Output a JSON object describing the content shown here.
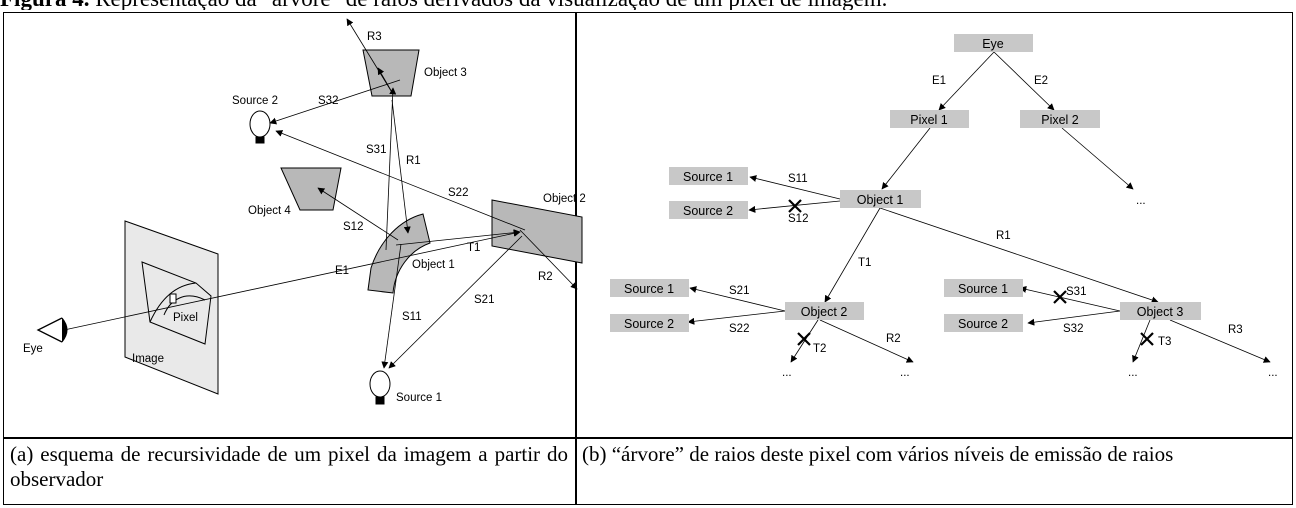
{
  "figure": {
    "header_prefix": "Figura 4.",
    "header_text": " Representação da \"árvore\" de raios derivados da visualização de um pixel de imagem."
  },
  "panel_a": {
    "labels": {
      "r3": "R3",
      "source2": "Source 2",
      "s32": "S32",
      "object3": "Object 3",
      "s31": "S31",
      "r1": "R1",
      "s22": "S22",
      "object2": "Object 2",
      "object4": "Object 4",
      "s12": "S12",
      "t1": "T1",
      "e1": "E1",
      "object1": "Object 1",
      "r2": "R2",
      "s21": "S21",
      "pixel": "Pixel",
      "eye": "Eye",
      "image": "Image",
      "s11": "S11",
      "source1": "Source 1"
    },
    "caption": "(a) esquema de recursividade de um pixel da imagem a partir do observador"
  },
  "panel_b": {
    "nodes": {
      "eye": "Eye",
      "pixel1": "Pixel 1",
      "pixel2": "Pixel 2",
      "source1a": "Source 1",
      "source2a": "Source 2",
      "object1": "Object 1",
      "source1b": "Source 1",
      "source2b": "Source 2",
      "object2": "Object 2",
      "source1c": "Source 1",
      "source2c": "Source 2",
      "object3": "Object 3"
    },
    "edges": {
      "e1": "E1",
      "e2": "E2",
      "s11": "S11",
      "s12": "S12",
      "r1": "R1",
      "t1": "T1",
      "s21": "S21",
      "s22": "S22",
      "t2": "T2",
      "r2": "R2",
      "s31": "S31",
      "s32": "S32",
      "t3": "T3",
      "r3": "R3"
    },
    "ellipsis": "...",
    "caption": "(b) “árvore” de raios deste pixel com vários níveis de emissão de raios"
  }
}
